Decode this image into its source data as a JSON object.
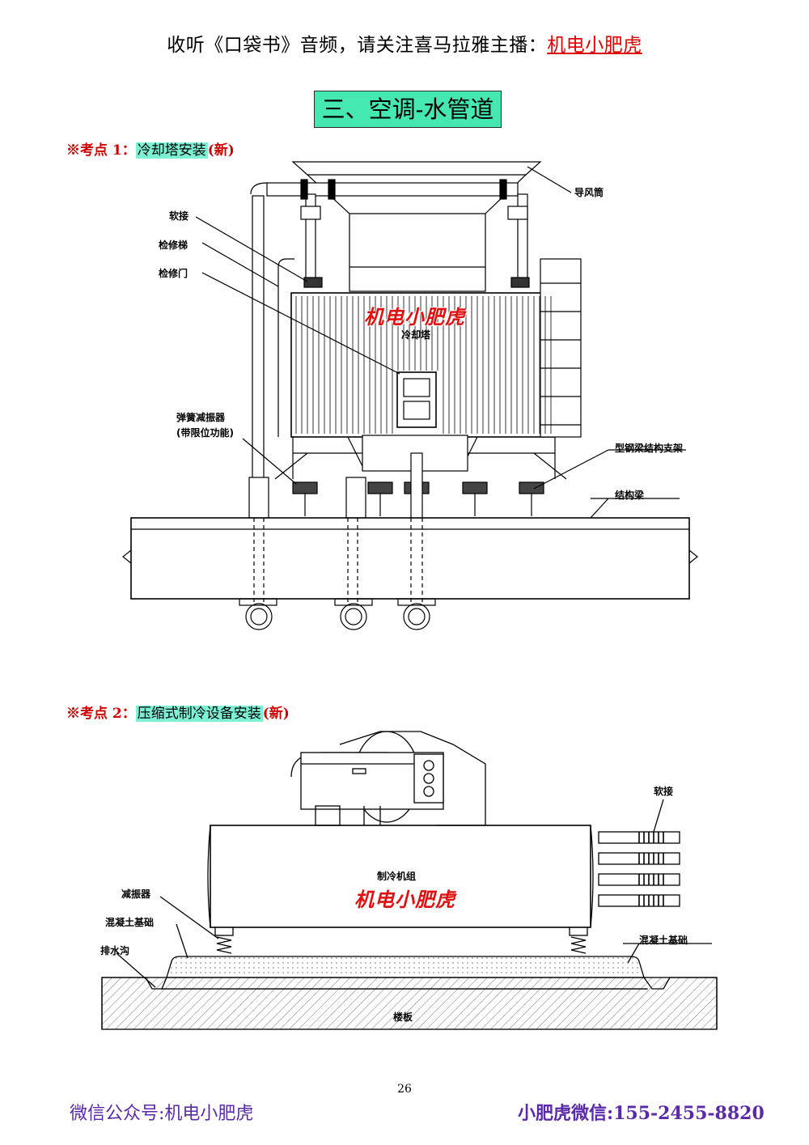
{
  "header": {
    "prefix": "收听《口袋书》音频，请关注喜马拉雅主播：",
    "host": "机电小肥虎"
  },
  "section_title": "三、空调-水管道",
  "kaodian1": {
    "tag": "※考点 1：",
    "topic": "冷却塔安装",
    "new": "(新)"
  },
  "kaodian2": {
    "tag": "※考点 2：",
    "topic": "压缩式制冷设备安装",
    "new": "(新)"
  },
  "diagram1": {
    "labels": {
      "duct": "导风筒",
      "soft_joint": "软接",
      "ladder": "检修梯",
      "door": "检修门",
      "spring1": "弹簧减振器",
      "spring2": "(带限位功能)",
      "tower": "冷却塔",
      "steel_support": "型钢梁结构支架",
      "beam": "结构梁"
    },
    "watermark": "机电小肥虎"
  },
  "diagram2": {
    "labels": {
      "soft_joint": "软接",
      "unit": "制冷机组",
      "damper": "减振器",
      "foundation_left": "混凝土基础",
      "drain": "排水沟",
      "foundation_right": "混凝土基础",
      "floor": "楼板"
    },
    "watermark": "机电小肥虎"
  },
  "page_number": "26",
  "footer": {
    "left": "微信公众号:机电小肥虎",
    "right": "小肥虎微信:155-2455-8820"
  },
  "colors": {
    "red": "#e00000",
    "teal": "#44e8b0",
    "purple": "#5a2aa8"
  }
}
